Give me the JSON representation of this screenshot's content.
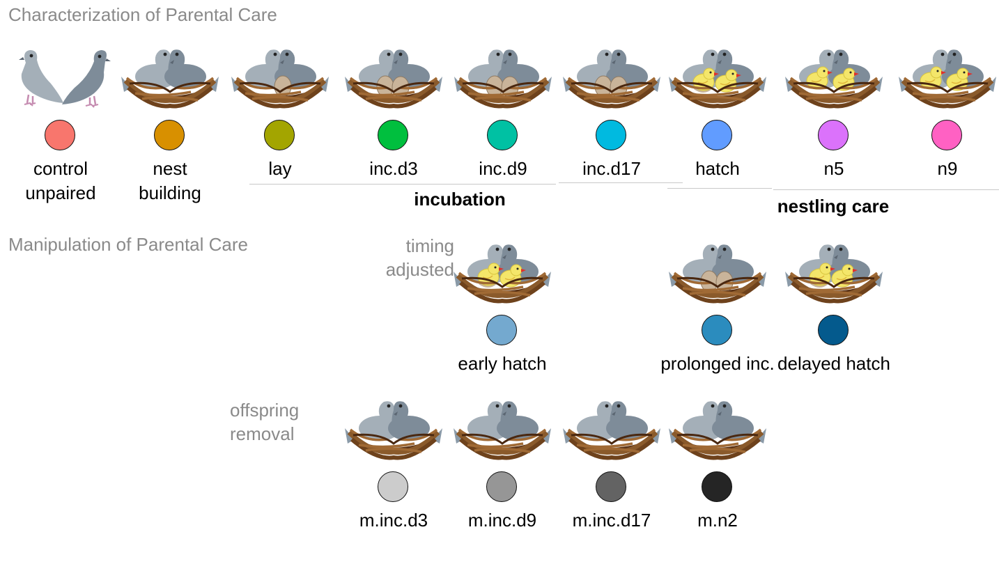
{
  "titles": {
    "characterization": "Characterization of Parental Care",
    "manipulation": "Manipulation of Parental Care"
  },
  "side_labels": {
    "timing": "timing\nadjusted",
    "removal": "offspring\nremoval"
  },
  "groups": {
    "incubation": "incubation",
    "nestling": "nestling care"
  },
  "stages": [
    {
      "id": "control",
      "label": "control\nunpaired",
      "color": "#F8766D",
      "scene": "unpaired-birds"
    },
    {
      "id": "nest",
      "label": "nest\nbuilding",
      "color": "#D89000",
      "scene": "nest-empty"
    },
    {
      "id": "lay",
      "label": "lay",
      "color": "#A3A500",
      "scene": "nest-one-egg"
    },
    {
      "id": "incd3",
      "label": "inc.d3",
      "color": "#00BF3E",
      "scene": "nest-two-eggs"
    },
    {
      "id": "incd9",
      "label": "inc.d9",
      "color": "#00C1A3",
      "scene": "nest-two-eggs"
    },
    {
      "id": "incd17",
      "label": "inc.d17",
      "color": "#00BAE0",
      "scene": "nest-two-eggs"
    },
    {
      "id": "hatch",
      "label": "hatch",
      "color": "#619CFF",
      "scene": "nest-hatching"
    },
    {
      "id": "n5",
      "label": "n5",
      "color": "#DB72FB",
      "scene": "nest-chicks"
    },
    {
      "id": "n9",
      "label": "n9",
      "color": "#FF61C3",
      "scene": "nest-chicks"
    },
    {
      "id": "earlyhatch",
      "label": "early hatch",
      "color": "#74A9CF",
      "scene": "nest-hatching"
    },
    {
      "id": "prolonged",
      "label": "prolonged inc.",
      "color": "#2B8CBE",
      "scene": "nest-two-eggs"
    },
    {
      "id": "delayed",
      "label": "delayed hatch",
      "color": "#045A8D",
      "scene": "nest-hatching"
    },
    {
      "id": "mincd3",
      "label": "m.inc.d3",
      "color": "#CCCCCC",
      "scene": "nest-empty"
    },
    {
      "id": "mincd9",
      "label": "m.inc.d9",
      "color": "#969696",
      "scene": "nest-empty"
    },
    {
      "id": "mincd17",
      "label": "m.inc.d17",
      "color": "#636363",
      "scene": "nest-empty"
    },
    {
      "id": "mn2",
      "label": "m.n2",
      "color": "#252525",
      "scene": "nest-empty"
    }
  ]
}
